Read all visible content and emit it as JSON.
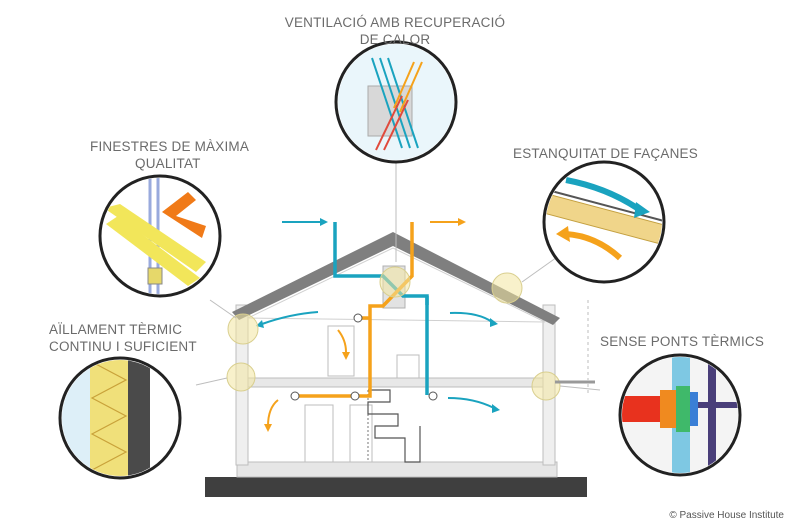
{
  "labels": {
    "ventilation": [
      "VENTILACIÓ AMB RECUPERACIÓ",
      "DE CALOR"
    ],
    "windows": [
      "FINESTRES DE MÀXIMA",
      "QUALITAT"
    ],
    "airtight": [
      "ESTANQUITAT DE FAÇANES"
    ],
    "insulation": [
      "AÏLLAMENT TÈRMIC",
      "CONTINU I SUFICIENT"
    ],
    "bridges": [
      "SENSE PONTS TÈRMICS"
    ]
  },
  "credit": "© Passive House Institute",
  "colors": {
    "cyan": "#1aa3bf",
    "orange": "#f5a21b",
    "yellow": "#f2e65a",
    "wall": "#dcdcdc",
    "roof": "#7f7f7f",
    "ground": "#3f3f3f"
  }
}
